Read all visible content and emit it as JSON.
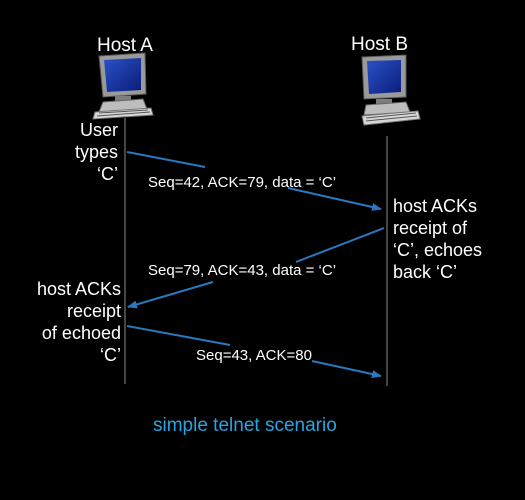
{
  "hosts": {
    "a_label": "Host A",
    "b_label": "Host B"
  },
  "notes": {
    "host_a_1": [
      "User",
      "types",
      "‘C’"
    ],
    "host_b": [
      "host ACKs",
      "receipt of",
      "‘C’, echoes",
      "back ‘C’"
    ],
    "host_a_2": [
      "host ACKs",
      "receipt",
      "of echoed",
      "‘C’"
    ]
  },
  "messages": [
    "Seq=42, ACK=79, data = ‘C’",
    "Seq=79, ACK=43, data = ‘C’",
    "Seq=43, ACK=80"
  ],
  "caption": "simple telnet scenario",
  "colors": {
    "background": "#000000",
    "arrow": "#2a78c0",
    "caption": "#29a3e0",
    "text": "#ffffff"
  },
  "icons": [
    "computer-icon",
    "computer-icon"
  ]
}
